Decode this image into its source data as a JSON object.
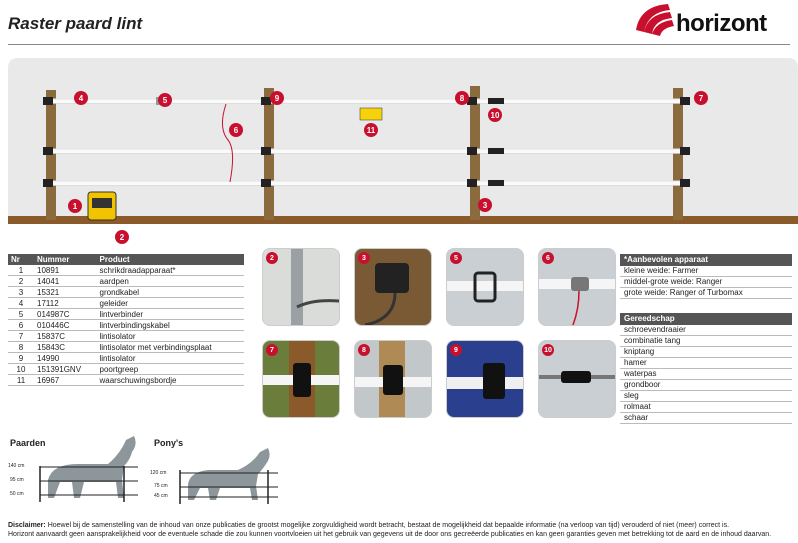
{
  "page": {
    "title": "Raster paard lint"
  },
  "brand": {
    "name": "horizont",
    "color": "#c8102e"
  },
  "scene": {
    "markers": [
      "1",
      "2",
      "3",
      "4",
      "5",
      "6",
      "7",
      "8",
      "9",
      "10",
      "11"
    ]
  },
  "parts_table": {
    "headers": [
      "Nr",
      "Nummer",
      "Product"
    ],
    "rows": [
      [
        "1",
        "10891",
        "schrikdraadapparaat*"
      ],
      [
        "2",
        "14041",
        "aardpen"
      ],
      [
        "3",
        "15321",
        "grondkabel"
      ],
      [
        "4",
        "17112",
        "geleider"
      ],
      [
        "5",
        "014987C",
        "lintverbinder"
      ],
      [
        "6",
        "010446C",
        "lintverbindingskabel"
      ],
      [
        "7",
        "15837C",
        "lintisolator"
      ],
      [
        "8",
        "15843C",
        "lintisolator met verbindingsplaat"
      ],
      [
        "9",
        "14990",
        "lintisolator"
      ],
      [
        "10",
        "151391GNV",
        "poortgreep"
      ],
      [
        "11",
        "16967",
        "waarschuwingsbordje"
      ]
    ]
  },
  "photos": [
    "2",
    "3",
    "5",
    "6",
    "7",
    "8",
    "9",
    "10"
  ],
  "recommended": {
    "header": "*Aanbevolen apparaat",
    "rows": [
      "kleine weide: Farmer",
      "middel-grote weide: Ranger",
      "grote weide: Ranger of Turbomax"
    ]
  },
  "tools": {
    "header": "Gereedschap",
    "rows": [
      "schroevendraaier",
      "combinatie tang",
      "kniptang",
      "hamer",
      "waterpas",
      "grondboor",
      "sleg",
      "rolmaat",
      "schaar"
    ]
  },
  "horses": {
    "paarden": {
      "label": "Paarden",
      "heights": [
        "140 cm",
        "95 cm",
        "50 cm"
      ]
    },
    "ponys": {
      "label": "Pony's",
      "heights": [
        "120 cm",
        "75 cm",
        "45 cm"
      ]
    }
  },
  "disclaimer": {
    "label": "Disclaimer:",
    "line1": "Hoewel bij de samenstelling van de inhoud van onze publicaties de grootst mogelijke zorgvuldigheid wordt betracht, bestaat de mogelijkheid dat bepaalde informatie (na verloop van tijd) verouderd of niet (meer) correct is.",
    "line2": "Horizont aanvaardt geen aansprakelijkheid voor de eventuele schade die zou kunnen voortvloeien uit het gebruik van gegevens uit de door ons gecreëerde publicaties en kan geen garanties geven met betrekking tot de aard en de inhoud daarvan."
  }
}
